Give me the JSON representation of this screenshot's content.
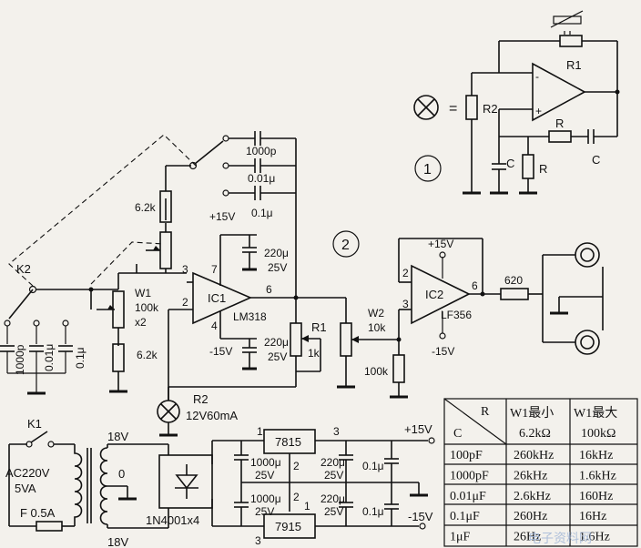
{
  "labels": {
    "k2": "K2",
    "c1000p_left": "1000p",
    "c001_left": "0.01μ",
    "c01_left": "0.1μ",
    "r62k_top": "6.2k",
    "w1_name": "W1",
    "w1_val": "100k",
    "w1_x2": "x2",
    "r62k_bot": "6.2k",
    "c1000p_top": "1000p",
    "c001_top": "0.01μ",
    "c01_top": "0.1μ",
    "plus15_ic1": "+15V",
    "minus15_ic1": "-15V",
    "cap220_ic1_top": "220μ",
    "cap25_ic1_top": "25V",
    "cap220_ic1_bot": "220μ",
    "cap25_ic1_bot": "25V",
    "ic1": "IC1",
    "lm318": "LM318",
    "pin3": "3",
    "pin2": "2",
    "pin7": "7",
    "pin4": "4",
    "pin6": "6",
    "r1_name": "R1",
    "r1_val": "1k",
    "r2_name": "R2",
    "r2_val": "12V60mA",
    "circle2": "2",
    "w2_name": "W2",
    "w2_val": "10k",
    "r100k": "100k",
    "plus15_ic2": "+15V",
    "minus15_ic2": "-15V",
    "ic2": "IC2",
    "lf356": "LF356",
    "ic2_pin3": "3",
    "ic2_pin2": "2",
    "ic2_pin6": "6",
    "r620": "620",
    "circle1": "1",
    "inset_r1": "R1",
    "inset_r2": "R2",
    "inset_r": "R",
    "inset_c": "C",
    "inset_r_b": "R",
    "inset_c_b": "C",
    "inset_eq": "=",
    "k1": "K1",
    "ac": "AC220V",
    "va": "5VA",
    "fuse": "F  0.5A",
    "v18_top": "18V",
    "v18_bot": "18V",
    "zero": "0",
    "bridge": "1N4001x4",
    "reg7815": "7815",
    "reg7915": "7915",
    "reg_pin1_top": "1",
    "reg_pin3_top": "3",
    "reg_pin2_top": "2",
    "reg_pin2_bot": "2",
    "reg_pin1_bot": "1",
    "reg_pin3_bot": "3",
    "ps_c1000_top": "1000μ",
    "ps_25_top": "25V",
    "ps_c1000_bot": "1000μ",
    "ps_25_bot": "25V",
    "ps_c220_top": "220μ",
    "ps_25_c220_top": "25V",
    "ps_c220_bot": "220μ",
    "ps_25_c220_bot": "25V",
    "ps_c01_top": "0.1μ",
    "ps_c01_bot": "0.1μ",
    "out_plus15": "+15V",
    "out_minus15": "-15V"
  },
  "table": {
    "header_r": "R",
    "header_c": "C",
    "col1": "W1最小",
    "col2": "W1最大",
    "sub1": "6.2kΩ",
    "sub2": "100kΩ",
    "rows": [
      [
        "100pF",
        "260kHz",
        "16kHz"
      ],
      [
        "1000pF",
        "26kHz",
        "1.6kHz"
      ],
      [
        "0.01μF",
        "2.6kHz",
        "160Hz"
      ],
      [
        "0.1μF",
        "260Hz",
        "16Hz"
      ],
      [
        "1μF",
        "26Hz",
        "1.6Hz"
      ]
    ]
  },
  "watermark": "电子资料网"
}
